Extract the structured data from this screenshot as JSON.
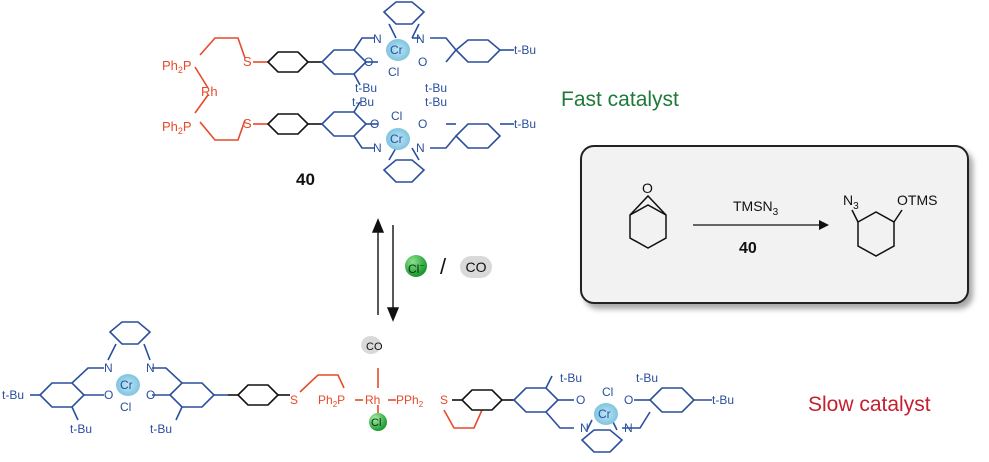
{
  "labels": {
    "fast_catalyst": "Fast catalyst",
    "slow_catalyst": "Slow catalyst",
    "compound": "40"
  },
  "reaction": {
    "reagent": "TMSN",
    "reagent_sub": "3",
    "catalyst": "40",
    "epoxide_o": "O",
    "product_n3": "N",
    "product_n3_sub": "3",
    "product_otms": "OTMS"
  },
  "conditions": {
    "chloride": "Cl",
    "chloride_charge": "−",
    "slash": "/",
    "co": "CO"
  },
  "atoms": {
    "cr": "Cr",
    "cl": "Cl",
    "rh": "Rh",
    "n": "N",
    "o": "O",
    "s": "S",
    "tbu": "t-Bu",
    "ph2p": "Ph",
    "ph2p_sub": "2",
    "ph2p_p": "P",
    "pph2": "PPh",
    "pph2_sub": "2",
    "co": "CO"
  },
  "colors": {
    "salen": "#2a4f9e",
    "linker": "#e8492a",
    "fast": "#1f7a3a",
    "slow": "#c4202e",
    "cr_halo": "#7fc4e0"
  }
}
